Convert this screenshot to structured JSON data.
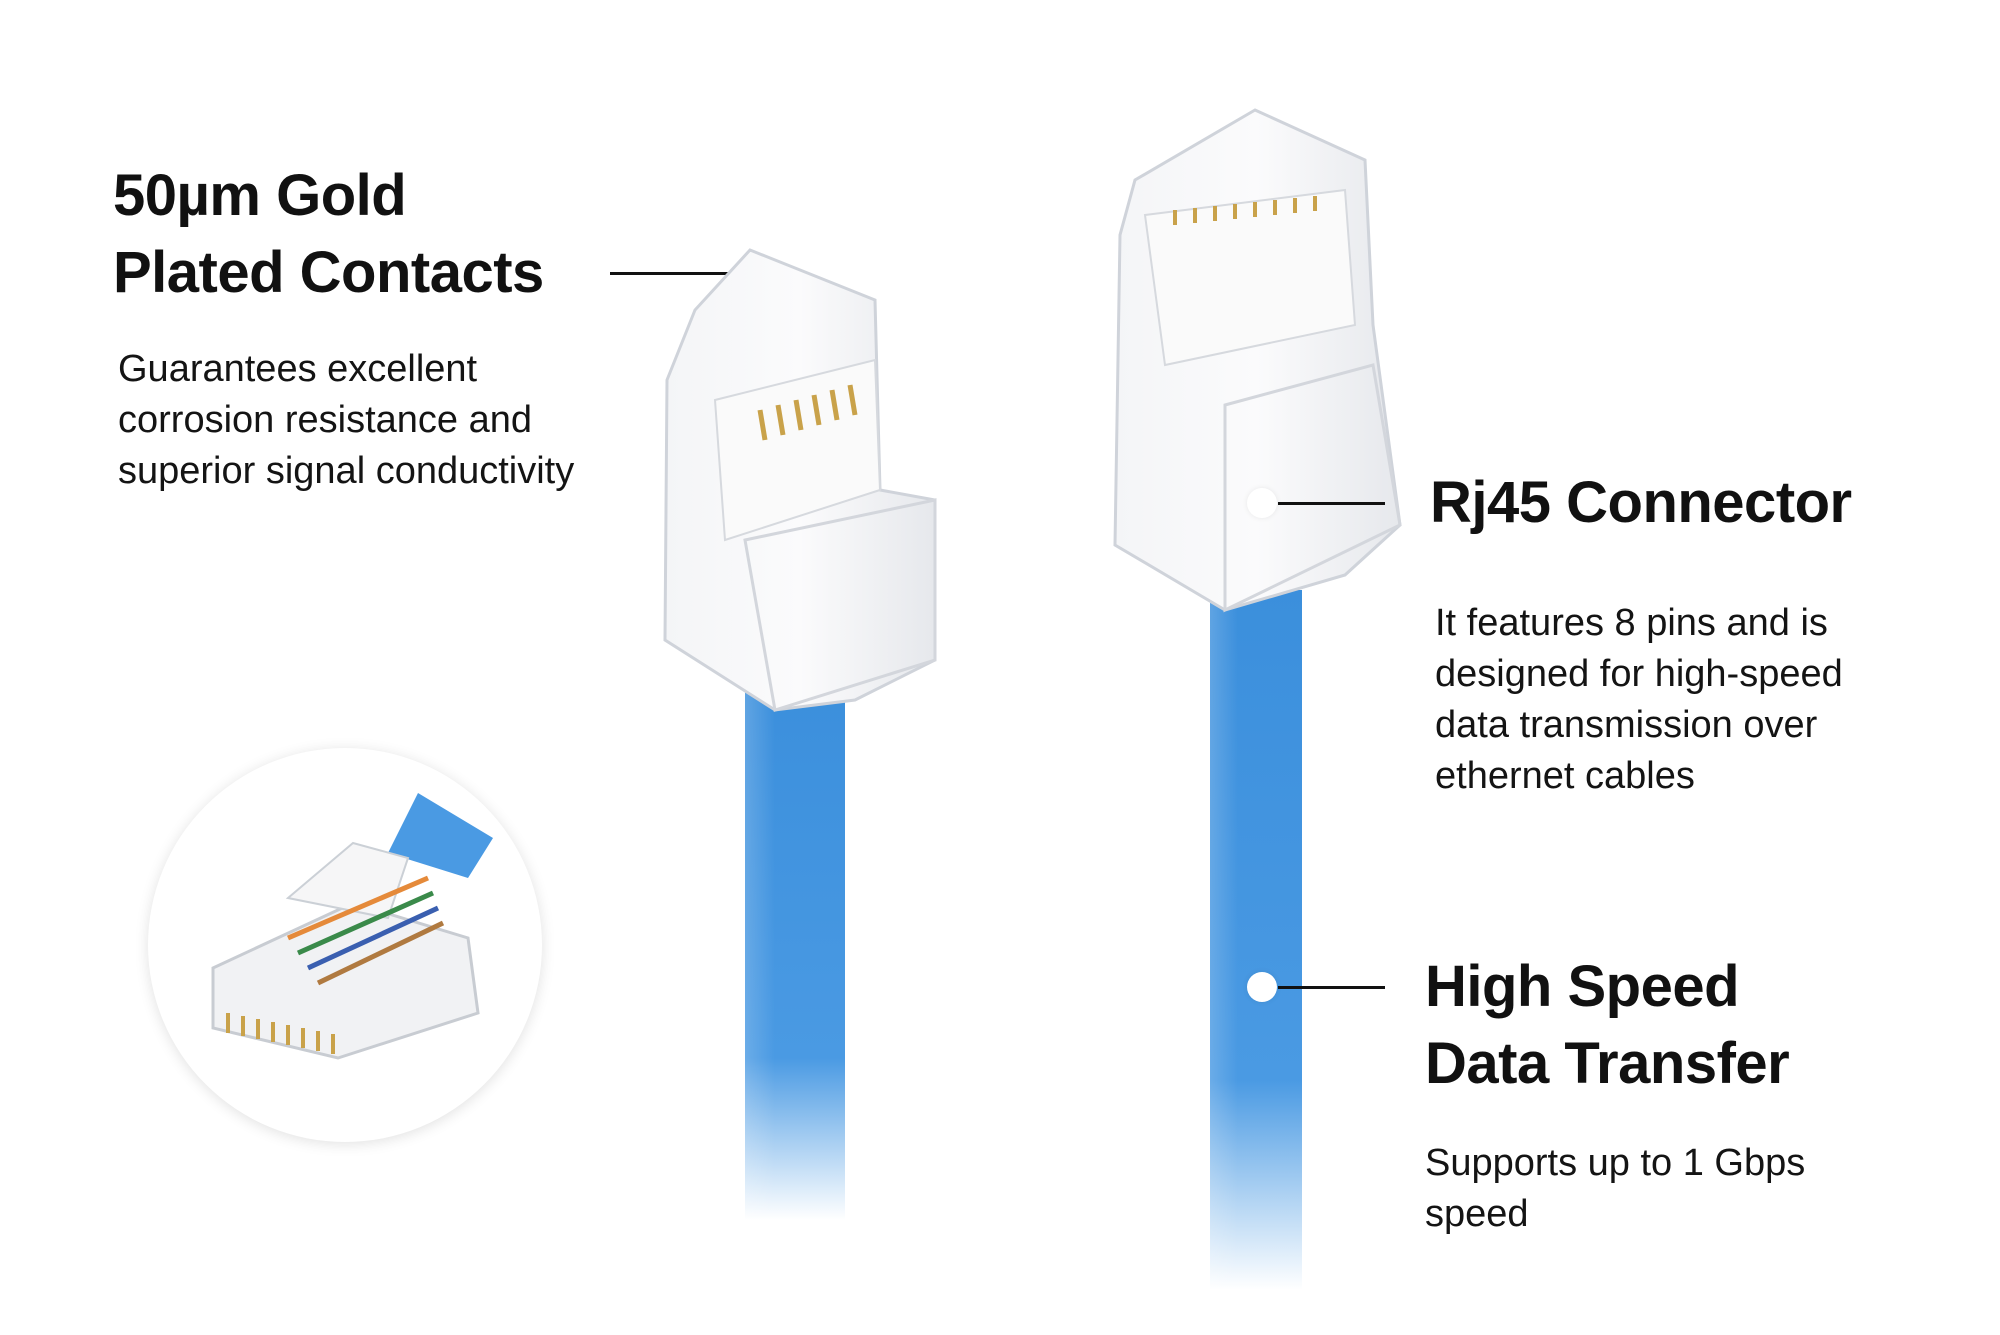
{
  "features": [
    {
      "title_lines": [
        "50µm Gold",
        "Plated Contacts"
      ],
      "description_lines": [
        "Guarantees excellent",
        "corrosion resistance and",
        "superior signal conductivity"
      ]
    },
    {
      "title_lines": [
        "Rj45 Connector"
      ],
      "description_lines": [
        "It features 8 pins and is",
        "designed for high-speed",
        "data transmission over",
        "ethernet cables"
      ]
    },
    {
      "title_lines": [
        "High Speed",
        "Data Transfer"
      ],
      "description_lines": [
        "Supports up to 1 Gbps",
        "speed"
      ]
    }
  ],
  "colors": {
    "cable": "#3b8fdc",
    "text": "#111111",
    "background": "#ffffff"
  }
}
